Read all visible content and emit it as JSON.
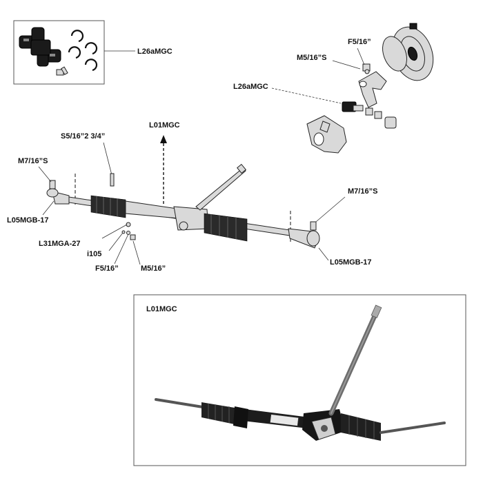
{
  "labels": {
    "kit_box": "L26aMGC",
    "f5_16_top": "F5/16”",
    "m5_16s_top": "M5/16”S",
    "l26amgc_exploded": "L26aMGC",
    "l01mgc_main": "L01MGC",
    "s5_16_2_3_4": "S5/16”2 3/4”",
    "m7_16s_left": "M7/16”S",
    "l05mgb17_left": "L05MGB-17",
    "l31mga27": "L31MGA-27",
    "i105": "i105",
    "f5_16_bottom": "F5/16”",
    "m5_16_bottom": "M5/16”",
    "m7_16s_right": "M7/16”S",
    "l05mgb17_right": "L05MGB-17",
    "photo_panel_title": "L01MGC"
  }
}
